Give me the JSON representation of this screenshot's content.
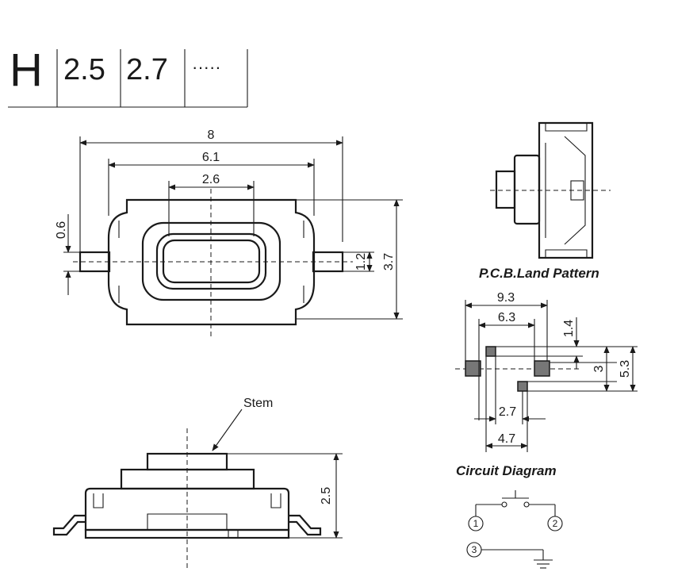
{
  "header": {
    "letter": "H",
    "cells": [
      "2.5",
      "2.7",
      "·····"
    ]
  },
  "top_view": {
    "dims": {
      "overall_width": "8",
      "body_width": "6.1",
      "window_width": "2.6",
      "terminal_offset": "0.6",
      "terminal_height": "1.2",
      "body_height": "3.7"
    }
  },
  "side_view": {
    "stem_label": "Stem",
    "height_dim": "2.5"
  },
  "pcb": {
    "title": "P.C.B.Land Pattern",
    "dims": {
      "outer_width": "9.3",
      "inner_width": "6.3",
      "top_offset": "1.4",
      "pad_spacing": "3",
      "total_height": "5.3",
      "small_width": "2.7",
      "mid_width": "4.7"
    }
  },
  "circuit": {
    "title": "Circuit Diagram",
    "terminals": [
      "1",
      "2",
      "3"
    ]
  }
}
